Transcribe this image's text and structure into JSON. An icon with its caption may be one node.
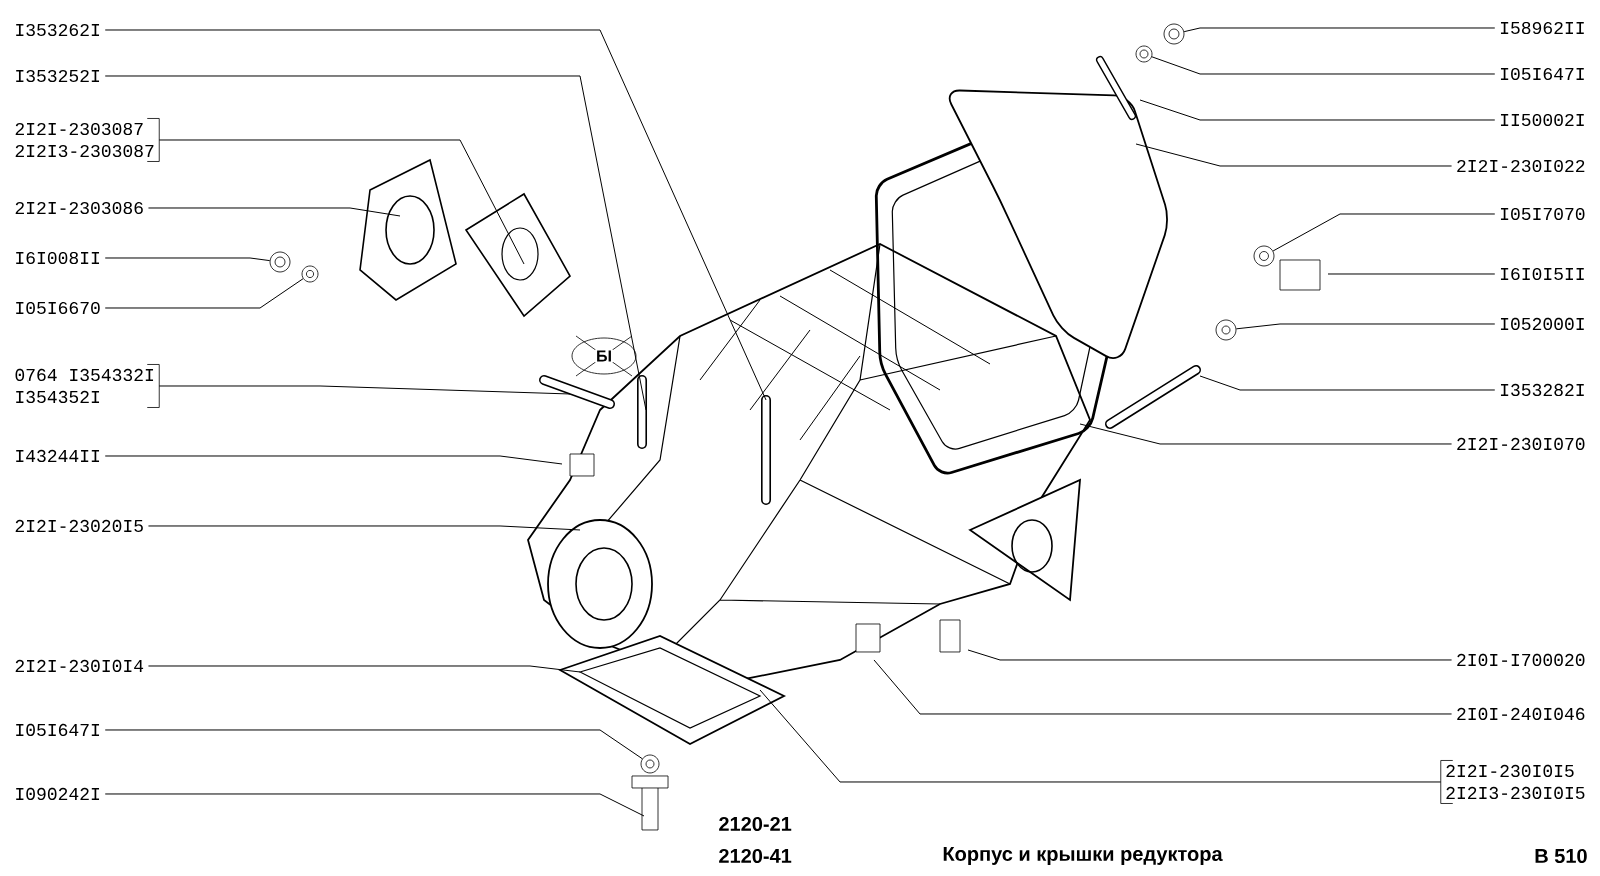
{
  "diagram": {
    "title": "Корпус и крышки редуктора",
    "nodes": [
      {
        "text": [
          "I353262I"
        ]
      },
      {
        "text": [
          "I353252I"
        ]
      },
      {
        "text": [
          "2I2I-2303087",
          "2I2I3-2303087"
        ]
      },
      {
        "text": [
          "2I2I-2303086"
        ]
      },
      {
        "text": [
          "I6I008II"
        ]
      },
      {
        "text": [
          "I05I6670"
        ]
      },
      {
        "text": [
          "0764 I354332I",
          "I354352I"
        ]
      },
      {
        "text": [
          "I43244II"
        ]
      },
      {
        "text": [
          "2I2I-23020I5"
        ]
      },
      {
        "text": [
          "2I2I-230I0I4"
        ]
      },
      {
        "text": [
          "I05I647I"
        ]
      },
      {
        "text": [
          "I090242I"
        ]
      },
      {
        "text": [
          "I58962II"
        ]
      },
      {
        "text": [
          "I05I647I"
        ]
      },
      {
        "text": [
          "II50002I"
        ]
      },
      {
        "text": [
          "2I2I-230I022"
        ]
      },
      {
        "text": [
          "I05I7070"
        ]
      },
      {
        "text": [
          "I6I0I5II"
        ]
      },
      {
        "text": [
          "I052000I"
        ]
      },
      {
        "text": [
          "I353282I"
        ]
      },
      {
        "text": [
          "2I2I-230I070"
        ]
      },
      {
        "text": [
          "2I0I-I700020"
        ]
      },
      {
        "text": [
          "2I0I-240I046"
        ]
      },
      {
        "text": [
          "2I2I-230I0I5",
          "2I2I3-230I0I5"
        ]
      },
      {
        "text": [],
        "shape": "picture"
      },
      {
        "text": [],
        "shape": "picture"
      },
      {
        "text": [],
        "shape": "picture"
      },
      {
        "text": [],
        "shape": "picture"
      },
      {
        "text": [],
        "shape": "picture"
      },
      {
        "text": [],
        "shape": "picture"
      },
      {
        "text": [],
        "shape": "picture"
      }
    ],
    "edges": [
      {
        "from": 0,
        "to": null,
        "arrow": "none"
      },
      {
        "from": 1,
        "to": null,
        "arrow": "none"
      },
      {
        "from": 2,
        "to": null,
        "arrow": "none"
      },
      {
        "from": 3,
        "to": null,
        "arrow": "none"
      },
      {
        "from": 4,
        "to": 24,
        "arrow": "none"
      },
      {
        "from": 5,
        "to": 25,
        "arrow": "none"
      },
      {
        "from": 6,
        "to": null,
        "arrow": "none"
      },
      {
        "from": 7,
        "to": null,
        "arrow": "none"
      },
      {
        "from": 8,
        "to": null,
        "arrow": "none"
      },
      {
        "from": 9,
        "to": null,
        "arrow": "none"
      },
      {
        "from": 10,
        "to": 26,
        "arrow": "none"
      },
      {
        "from": 11,
        "to": null,
        "arrow": "none"
      },
      {
        "from": 12,
        "to": 28,
        "arrow": "none"
      },
      {
        "from": 13,
        "to": 27,
        "arrow": "none"
      },
      {
        "from": 14,
        "to": null,
        "arrow": "none"
      },
      {
        "from": 15,
        "to": null,
        "arrow": "none"
      },
      {
        "from": 16,
        "to": 30,
        "arrow": "none"
      },
      {
        "from": 17,
        "to": null,
        "arrow": "none"
      },
      {
        "from": 18,
        "to": 29,
        "arrow": "none"
      },
      {
        "from": 19,
        "to": null,
        "arrow": "none"
      },
      {
        "from": 20,
        "to": null,
        "arrow": "none"
      },
      {
        "from": 21,
        "to": null,
        "arrow": "none"
      },
      {
        "from": 22,
        "to": null,
        "arrow": "none"
      },
      {
        "from": 23,
        "to": null,
        "arrow": "none"
      }
    ],
    "labels": [
      "БI",
      "2120-21",
      "2120-41",
      "B 510"
    ]
  }
}
